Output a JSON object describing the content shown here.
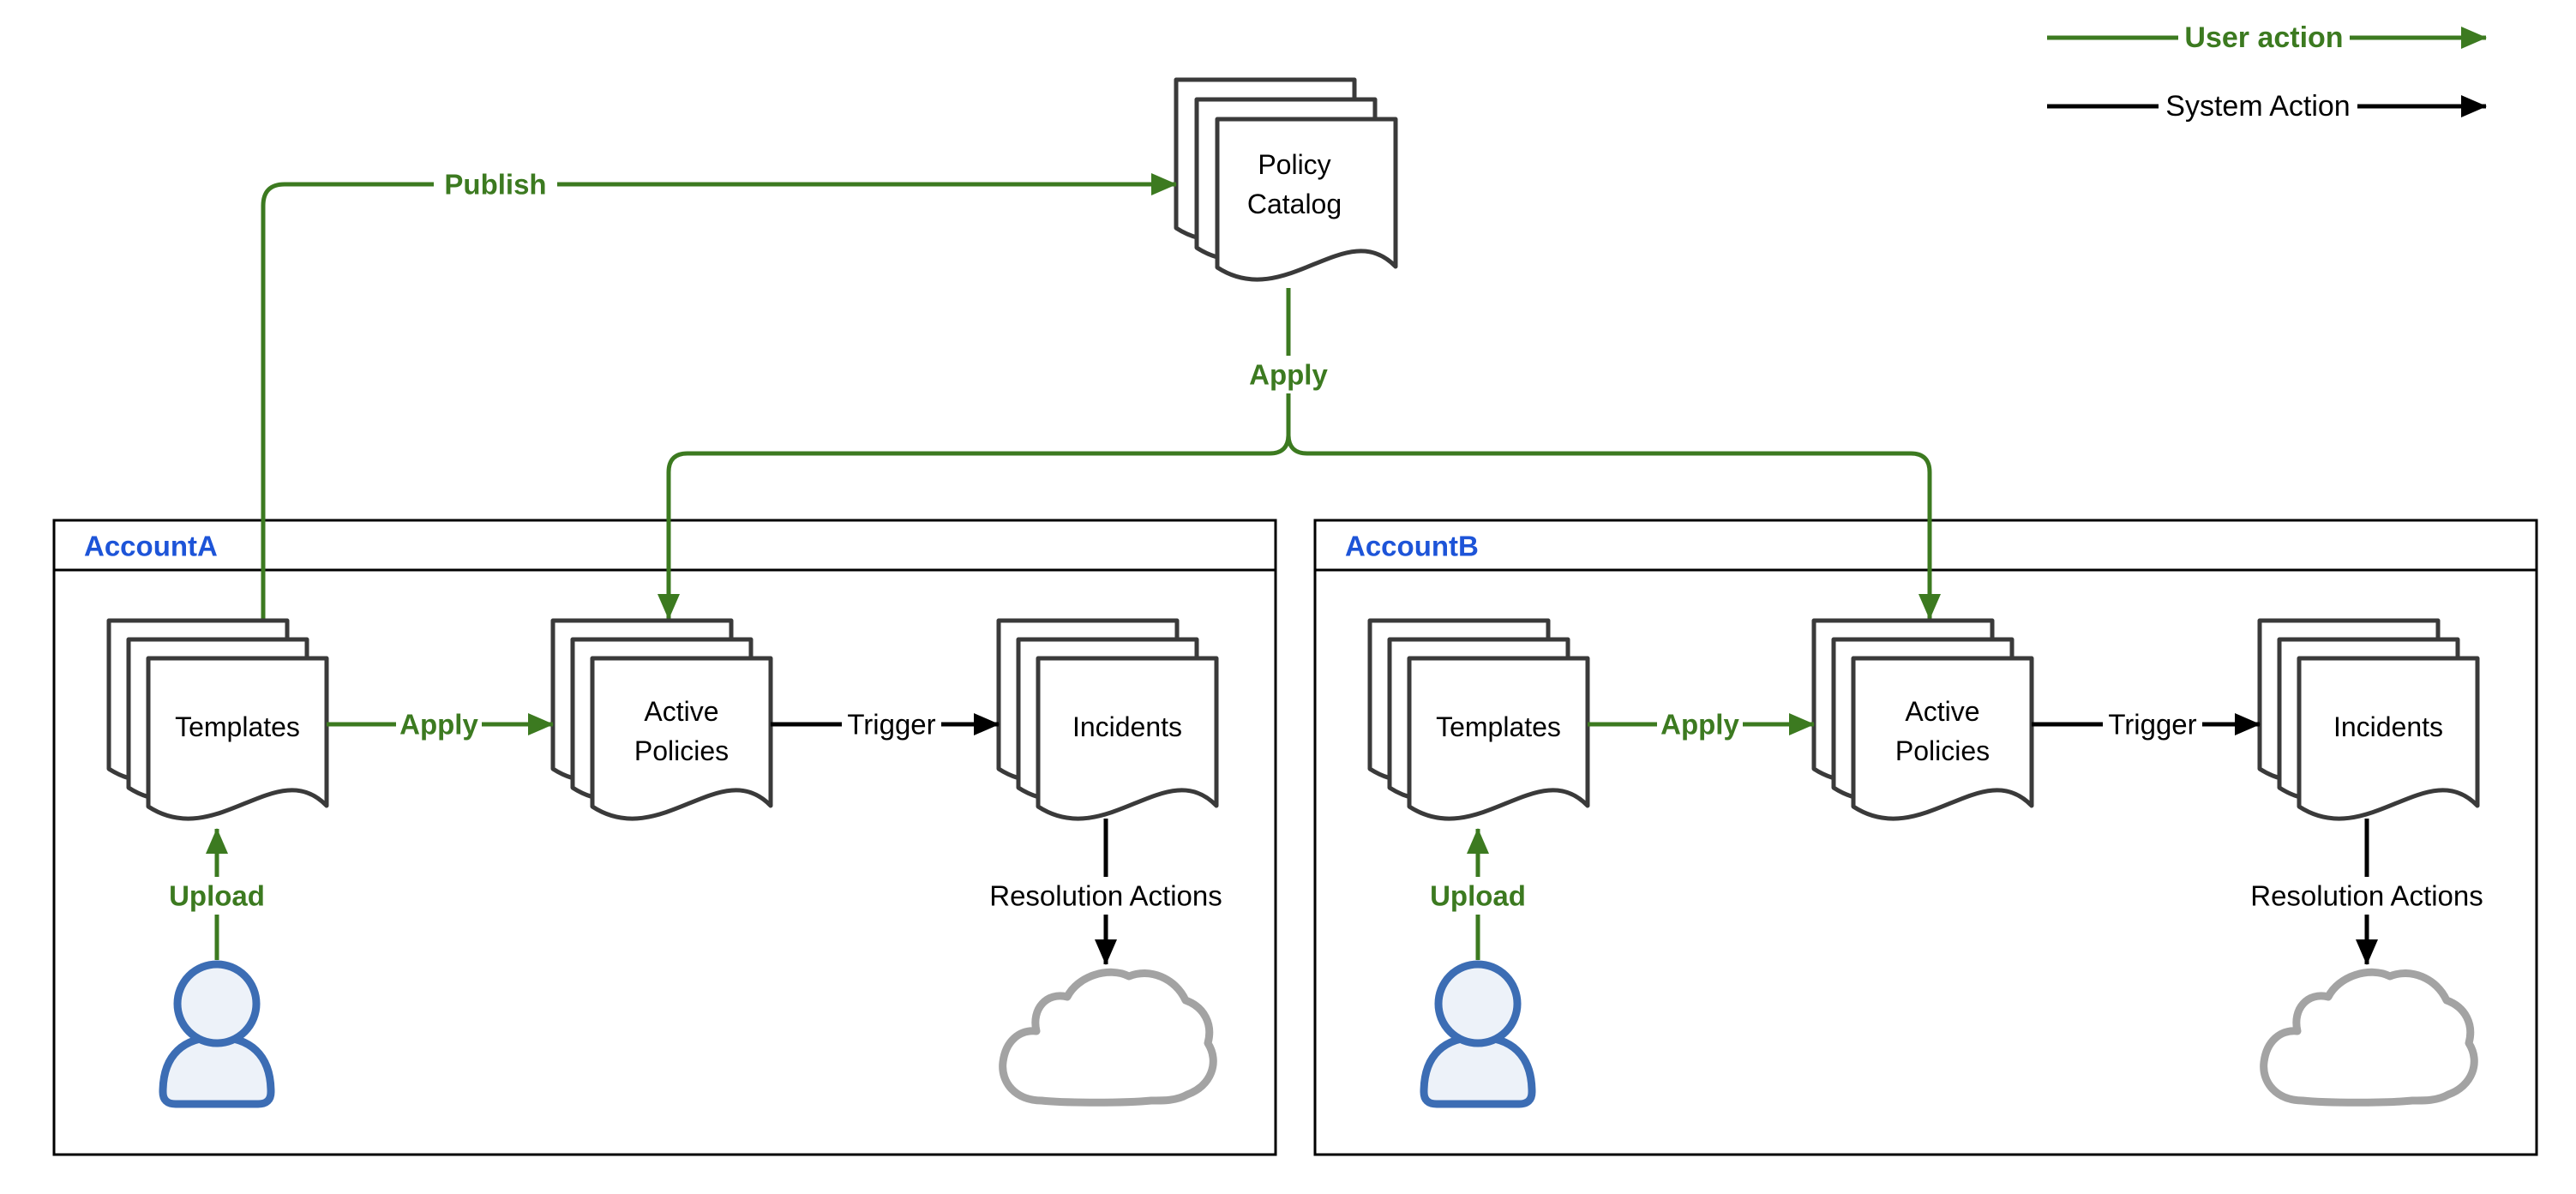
{
  "legend": {
    "user_action": "User action",
    "system_action": "System Action"
  },
  "catalog": {
    "label_line1": "Policy",
    "label_line2": "Catalog"
  },
  "edges": {
    "publish": "Publish",
    "apply_from_catalog": "Apply"
  },
  "accounts": [
    {
      "title": "AccountA",
      "templates": "Templates",
      "active_line1": "Active",
      "active_line2": "Policies",
      "incidents": "Incidents",
      "apply": "Apply",
      "trigger": "Trigger",
      "upload": "Upload",
      "resolution": "Resolution Actions"
    },
    {
      "title": "AccountB",
      "templates": "Templates",
      "active_line1": "Active",
      "active_line2": "Policies",
      "incidents": "Incidents",
      "apply": "Apply",
      "trigger": "Trigger",
      "upload": "Upload",
      "resolution": "Resolution Actions"
    }
  ],
  "colors": {
    "user_action_green": "#3C7A20",
    "system_action_black": "#000000",
    "account_title_blue": "#1D54D8",
    "document_outline": "#3A3A3A",
    "person_outline": "#3C6DB4",
    "person_fill": "#EDF2F9",
    "cloud_outline": "#A3A3A3"
  }
}
